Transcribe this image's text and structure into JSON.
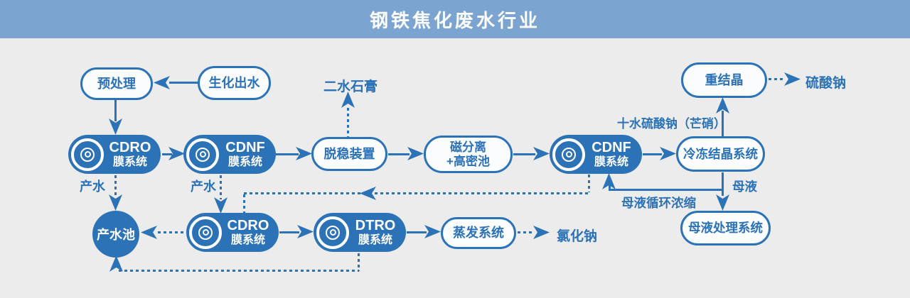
{
  "header": {
    "title": "钢铁焦化废水行业"
  },
  "colors": {
    "primary": "#2C72B7",
    "banner": "#7CA4D0",
    "background": "#ECECEC",
    "node_fill": "#FBFCFD",
    "text_on_blue": "#FFFFFF"
  },
  "nodes": {
    "pretreatment": {
      "label": "预处理"
    },
    "bio_effluent": {
      "label": "生化出水"
    },
    "cdro_1": {
      "line1": "CDRO",
      "line2": "膜系统",
      "icon": "membrane-icon"
    },
    "cdnf_1": {
      "line1": "CDNF",
      "line2": "膜系统",
      "icon": "membrane-icon"
    },
    "destabilizer": {
      "label": "脱稳装置"
    },
    "magnetic_separation": {
      "line1": "磁分离",
      "line2": "+高密池"
    },
    "cdnf_2": {
      "line1": "CDNF",
      "line2": "膜系统",
      "icon": "membrane-icon"
    },
    "freeze_crystallization": {
      "label": "冷冻结晶系统"
    },
    "recrystallization": {
      "label": "重结晶"
    },
    "mother_liquor_treatment": {
      "label": "母液处理系统"
    },
    "product_water_pool": {
      "label": "产水池"
    },
    "cdro_2": {
      "line1": "CDRO",
      "line2": "膜系统",
      "icon": "membrane-icon"
    },
    "dtro": {
      "line1": "DTRO",
      "line2": "膜系统",
      "icon": "membrane-icon"
    },
    "evaporation": {
      "label": "蒸发系统"
    }
  },
  "labels": {
    "gypsum": "二水石膏",
    "sodium_sulfate": "硫酸钠",
    "glauber_salt": "十水硫酸钠（芒硝）",
    "mother_liquor": "母液",
    "mother_liquor_cycle": "母液循环浓缩",
    "product_water_1": "产水",
    "product_water_2": "产水",
    "sodium_chloride": "氯化钠"
  }
}
